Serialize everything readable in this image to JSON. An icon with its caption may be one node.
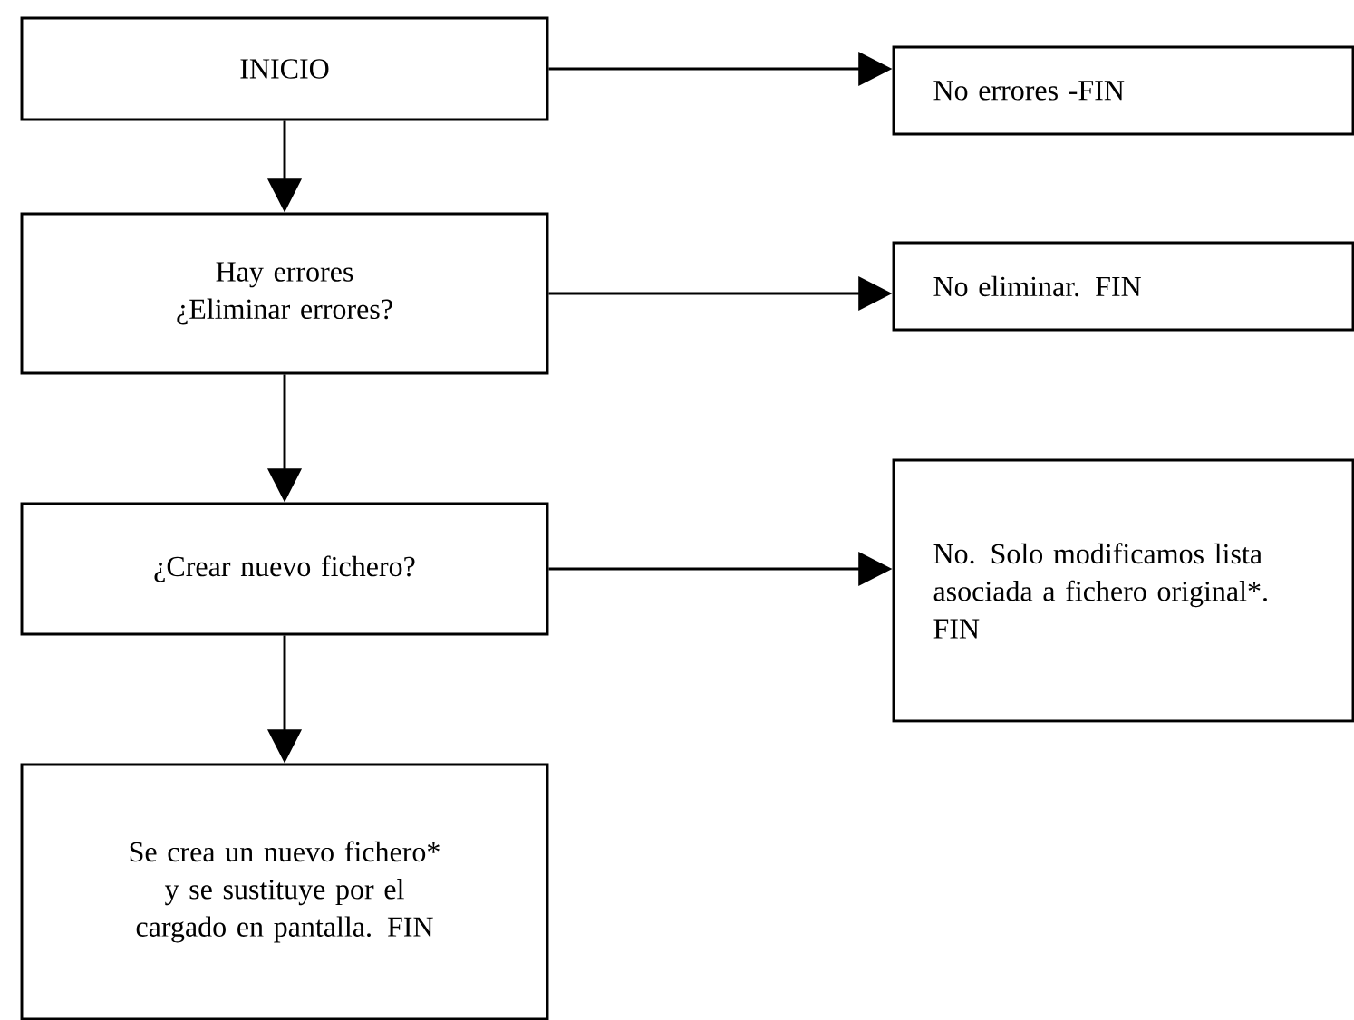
{
  "diagram": {
    "nodes": [
      {
        "text": [
          "INICIO"
        ]
      },
      {
        "text": [
          "No errores -FIN"
        ]
      },
      {
        "text": [
          "Hay errores",
          "¿Eliminar errores?"
        ]
      },
      {
        "text": [
          "No eliminar. FIN"
        ]
      },
      {
        "text": [
          "¿Crear nuevo fichero?"
        ]
      },
      {
        "text": [
          "No. Solo modificamos lista asociada a fichero original*. FIN"
        ]
      },
      {
        "text": [
          "Se crea un nuevo fichero* y se sustituye por el cargado en pantalla. FIN"
        ]
      }
    ],
    "edges": [
      {
        "from": 0,
        "to": 1,
        "arrow": "to"
      },
      {
        "from": 0,
        "to": 2,
        "arrow": "to"
      },
      {
        "from": 2,
        "to": 3,
        "arrow": "to"
      },
      {
        "from": 2,
        "to": 4,
        "arrow": "to"
      },
      {
        "from": 4,
        "to": 5,
        "arrow": "to"
      },
      {
        "from": 4,
        "to": 6,
        "arrow": "to"
      }
    ]
  }
}
